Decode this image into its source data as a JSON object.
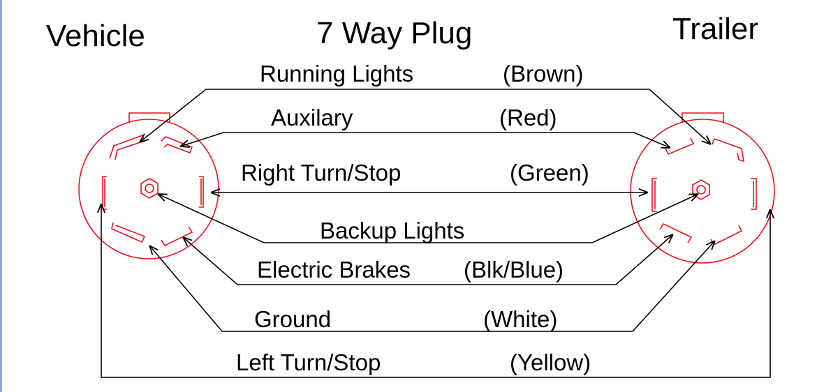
{
  "headings": {
    "vehicle": "Vehicle",
    "title": "7 Way Plug",
    "trailer": "Trailer"
  },
  "wires": [
    {
      "function": "Running Lights",
      "color": "(Brown)"
    },
    {
      "function": "Auxilary",
      "color": "(Red)"
    },
    {
      "function": "Right Turn/Stop",
      "color": "(Green)"
    },
    {
      "function": "Backup Lights",
      "color": ""
    },
    {
      "function": "Electric Brakes",
      "color": "(Blk/Blue)"
    },
    {
      "function": "Ground",
      "color": "(White)"
    },
    {
      "function": "Left Turn/Stop",
      "color": "(Yellow)"
    }
  ],
  "colors": {
    "connector": "#e8141c",
    "wire": "#000000",
    "text": "#000000",
    "edge_rule": "#9aa6d6"
  }
}
